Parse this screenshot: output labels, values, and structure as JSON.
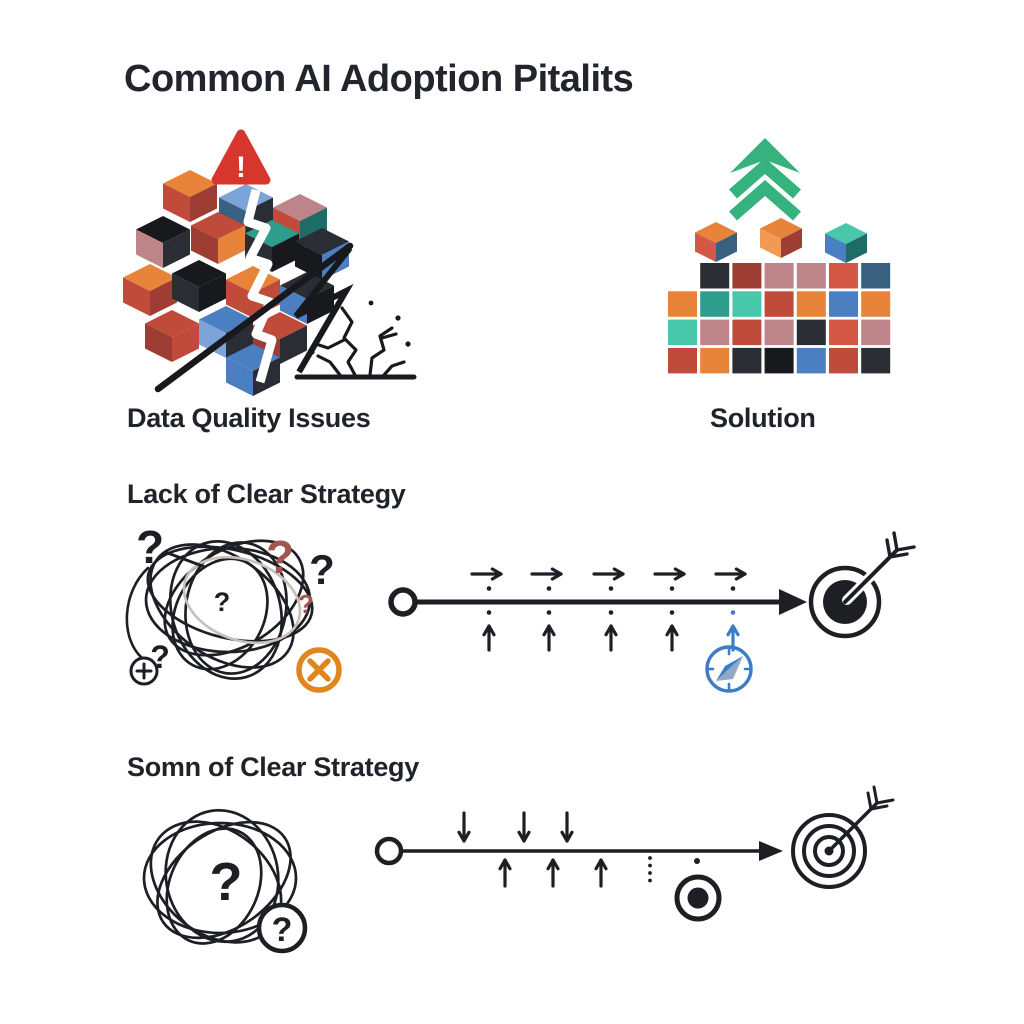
{
  "title": "Common AI Adoption Pitalits",
  "sections": {
    "data_quality": {
      "label": "Data Quality Issues",
      "icon": "broken-cubes-warning"
    },
    "solution": {
      "label": "Solution",
      "icon": "organized-blocks-chevron"
    },
    "lack_strategy": {
      "label": "Lack of Clear Strategy",
      "icons": [
        "scribble-tangle-icon",
        "question-mark-icon",
        "plus-circle-icon",
        "crossed-circle-icon",
        "timeline-arrow-icon",
        "progress-arrows-icon",
        "compass-icon",
        "target-arrow-icon"
      ]
    },
    "somn_strategy": {
      "label": "Somn of Clear Strategy",
      "icons": [
        "scribble-tangle-icon",
        "question-mark-icon",
        "timeline-arrow-icon",
        "progress-arrows-icon",
        "bullseye-icon",
        "rings-target-icon"
      ]
    }
  },
  "glyphs": {
    "question_mark": "?",
    "exclamation": "!"
  },
  "colors": {
    "ink": "#1d1f24",
    "warning_red": "#d7362c",
    "chevron_green": "#35b27e",
    "compass_blue": "#3d7cc9",
    "cross_orange": "#e0861f",
    "maroon": "#a2554f",
    "cube_orange": "#e8833a",
    "cube_orangelight": "#f09a55",
    "cube_red": "#c14b3a",
    "cube_darkred": "#9e3d33",
    "cube_blue": "#4a7fc1",
    "cube_lightblue": "#7da4d8",
    "cube_slate": "#3a6080",
    "cube_navy": "#2a2d33",
    "cube_black": "#17191d",
    "cube_mauve": "#bd8489",
    "cube_teal": "#2f9d8e",
    "cube_tealdark": "#1f6b66",
    "cube_mint": "#48c7ab",
    "cube_salmon": "#d55847"
  },
  "solution_grid": {
    "rows": [
      [
        null,
        "cube_navy",
        "cube_darkred",
        "cube_mauve",
        "cube_mauve",
        "cube_salmon",
        "cube_slate"
      ],
      [
        "cube_orange",
        "cube_teal",
        "cube_mint",
        "cube_red",
        "cube_orange",
        "cube_blue",
        "cube_orange"
      ],
      [
        "cube_mint",
        "cube_mauve",
        "cube_red",
        "cube_mauve",
        "cube_navy",
        "cube_salmon",
        "cube_mauve"
      ],
      [
        "cube_red",
        "cube_orange",
        "cube_navy",
        "cube_black",
        "cube_blue",
        "cube_red",
        "cube_navy"
      ]
    ]
  }
}
